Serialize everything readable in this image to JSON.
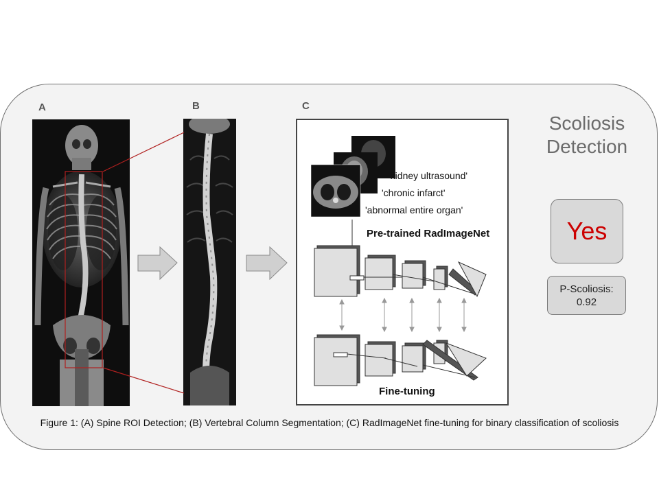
{
  "panels": {
    "a_label": "A",
    "b_label": "B",
    "c_label": "C"
  },
  "diagram": {
    "title": "Scoliosis Detection",
    "result": "Yes",
    "probability_label": "P-Scoliosis:",
    "probability_value": "0.92",
    "pretrain_labels": [
      "'kidney ultrasound'",
      "'chronic infarct'",
      "'abnormal entire organ'"
    ],
    "pretrained_title": "Pre-trained RadImageNet",
    "finetune_title": "Fine-tuning",
    "caption": "Figure 1: (A) Spine ROI Detection; (B) Vertebral Column Segmentation; (C) RadImageNet fine-tuning for binary classification of scoliosis"
  },
  "colors": {
    "result_red": "#cc0000",
    "roi_box": "#b0201f",
    "panel_bg": "#f3f3f3",
    "badge_bg": "#d9d9d9"
  }
}
